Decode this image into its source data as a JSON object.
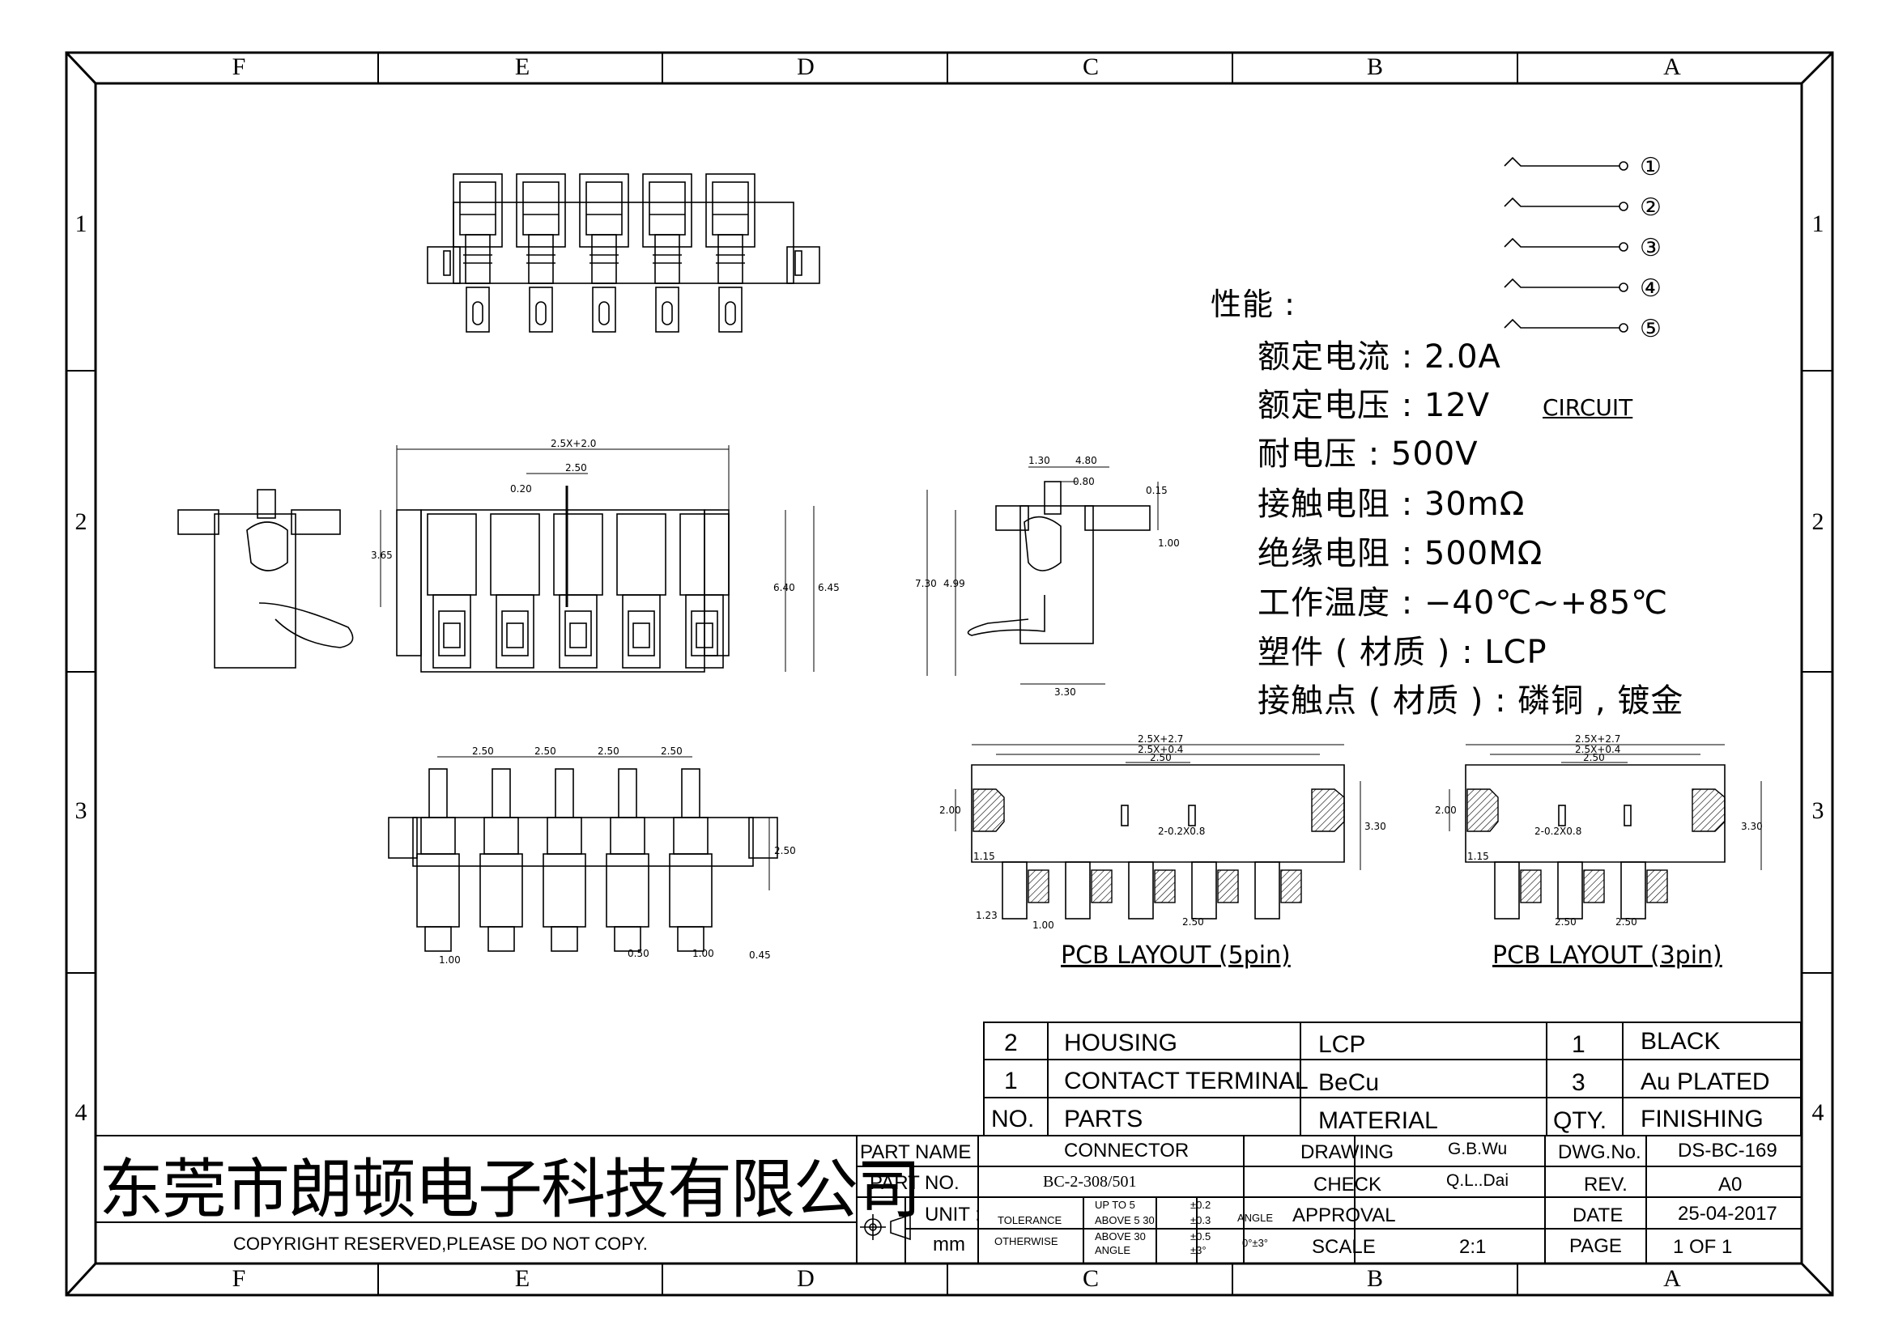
{
  "frame": {
    "cols_top": [
      "F",
      "E",
      "D",
      "C",
      "B",
      "A"
    ],
    "cols_bottom": [
      "F",
      "E",
      "D",
      "C",
      "B",
      "A"
    ],
    "rows": [
      "1",
      "2",
      "3",
      "4"
    ]
  },
  "circuit": {
    "pins": [
      "①",
      "②",
      "③",
      "④",
      "⑤"
    ],
    "label": "CIRCUIT"
  },
  "specs": {
    "heading": "性能 :",
    "lines": [
      "额定电流 : 2.0A",
      "额定电压 : 12V",
      "耐电压 : 500V",
      "接触电阻 : 30mΩ",
      "绝缘电阻 : 500MΩ",
      "工作温度 : −40℃~+85℃",
      "塑件 ( 材质 ) : LCP",
      "接触点 ( 材质 ) : 磷铜 , 镀金"
    ]
  },
  "dimensions": {
    "front": [
      "2.5X+2.0",
      "2.50",
      "0.20",
      "3.65",
      "6.40",
      "6.45"
    ],
    "side": [
      "1.30",
      "4.80",
      "0.80",
      "0.15",
      "1.00",
      "7.30",
      "4.99",
      "3.30"
    ],
    "bottom": [
      "2.50",
      "2.50",
      "2.50",
      "2.50",
      "2.50",
      "1.00",
      "0.50",
      "1.00",
      "0.45"
    ],
    "pcb5": [
      "2.5X+2.7",
      "2.5X+0.4",
      "2.50",
      "2.00",
      "2-0.2X0.8",
      "3.30",
      "1.15",
      "1.23",
      "1.00",
      "2.50"
    ],
    "pcb3": [
      "2.5X+2.7",
      "2.5X+0.4",
      "2.50",
      "2.00",
      "2-0.2X0.8",
      "3.30",
      "1.15",
      "2.50",
      "2.50"
    ]
  },
  "captions": {
    "pcb5": "PCB LAYOUT (5pin)",
    "pcb3": "PCB LAYOUT (3pin)"
  },
  "bom": {
    "rows": [
      {
        "no": "2",
        "part": "HOUSING",
        "material": "LCP",
        "qty": "1",
        "finishing": "BLACK"
      },
      {
        "no": "1",
        "part": "CONTACT TERMINAL",
        "material": "BeCu",
        "qty": "3",
        "finishing": "Au PLATED"
      }
    ],
    "header": {
      "no": "NO.",
      "part": "PARTS",
      "material": "MATERIAL",
      "qty": "QTY.",
      "finishing": "FINISHING"
    }
  },
  "title_block": {
    "company": "东莞市朗顿电子科技有限公司",
    "copyright": "COPYRIGHT RESERVED,PLEASE DO NOT COPY.",
    "part_name_label": "PART NAME",
    "part_name": "CONNECTOR",
    "part_no_label": "PART NO.",
    "part_no": "BC-2-308/501",
    "unit_label": "UNIT :",
    "unit": "mm",
    "tolerance_label": "TOLERANCE",
    "otherwise_label": "OTHERWISE",
    "tol_rows": [
      {
        "range": "UP TO 5",
        "value": "±0.2"
      },
      {
        "range": "ABOVE 5  30",
        "value": "±0.3"
      },
      {
        "range": "ABOVE 30",
        "value": "±0.5"
      },
      {
        "range": "ANGLE",
        "value": "±3°"
      }
    ],
    "angle_label": "ANGLE",
    "angle_value": "0°±3°",
    "drawing_label": "DRAWING",
    "drawing": "G.B.Wu",
    "check_label": "CHECK",
    "check": "Q.L..Dai",
    "approval_label": "APPROVAL",
    "approval": "",
    "scale_label": "SCALE",
    "scale": "2:1",
    "dwg_no_label": "DWG.No.",
    "dwg_no": "DS-BC-169",
    "rev_label": "REV.",
    "rev": "A0",
    "date_label": "DATE",
    "date": "25-04-2017",
    "page_label": "PAGE",
    "page": "1 OF 1"
  }
}
